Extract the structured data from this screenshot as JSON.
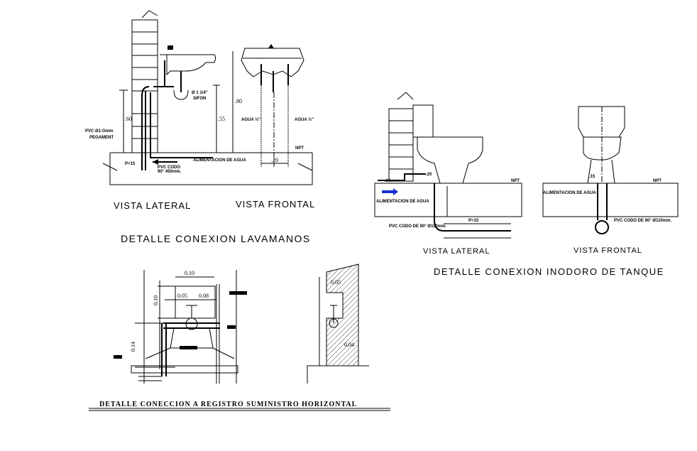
{
  "lavamanos": {
    "title": "DETALLE CONEXION LAVAMANOS",
    "lateral_label": "VISTA LATERAL",
    "frontal_label": "VISTA FRONTAL",
    "dim_80": ".80",
    "dim_55": ".55",
    "dim_60": ".60",
    "dim_20": ".20",
    "sifon_diam": "Ø 1 1/4\"",
    "sifon": "SIFON",
    "pvc_label": "PVC Ø1-Omm",
    "pvc_label2": "PEGAMENT",
    "alimentacion": "ALIMENTACION DE AGUA",
    "codo_1": "PVC CODO",
    "codo_2": "90° 450mm.",
    "p15": "P=15",
    "npt": "NPT",
    "left_pipe": "AGUA ½\"",
    "right_pipe": "AGUA ½\""
  },
  "inodoro": {
    "title": "DETALLE CONEXION INODORO DE TANQUE",
    "lateral_label": "VISTA LATERAL",
    "frontal_label": "VISTA FRONTAL",
    "alimentacion": "ALIMENTACION DE AGUA",
    "p15": "P=15",
    "codo_lateral": "PVC CODO DE 90° Ø110mm.",
    "codo_frontal": "PVC CODO DE 90° Ø110mm.",
    "dim_10": ".10",
    "dim_20": ".20",
    "dim_15": ".15",
    "npt": "NPT",
    "arrow_color": "#1a2fd6"
  },
  "registro": {
    "title": "DETALLE CONECCION A REGISTRO SUMINISTRO HORIZONTAL",
    "dim_010_top": "0.10",
    "dim_005": "0.05",
    "dim_008": "0.08",
    "dim_010_side": "0.10",
    "dim_014": "0.14",
    "dim_005_side": "0.05",
    "dim_004": "0.04"
  }
}
